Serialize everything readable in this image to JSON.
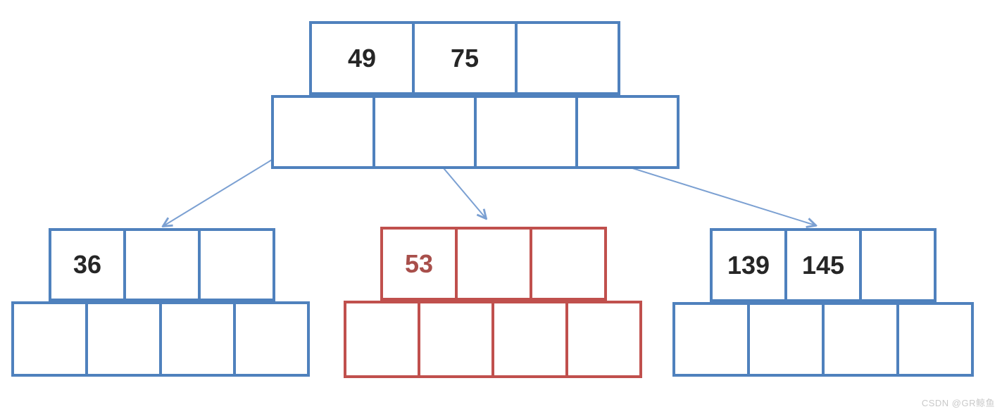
{
  "diagram": {
    "type": "b-tree",
    "colors": {
      "node_blue": "#4F81BD",
      "node_red": "#C0504D",
      "key_text": "#262626",
      "key_text_red": "#A84F4B",
      "arrow": "#7BA0D2"
    },
    "nodes": {
      "root": {
        "label": "root-node",
        "color": "blue",
        "keys": [
          "49",
          "75",
          ""
        ],
        "pointer_slots": 4
      },
      "left": {
        "label": "left-child",
        "color": "blue",
        "keys": [
          "36",
          "",
          ""
        ],
        "pointer_slots": 4
      },
      "middle": {
        "label": "middle-child",
        "color": "red",
        "keys": [
          "53",
          "",
          ""
        ],
        "pointer_slots": 4
      },
      "right": {
        "label": "right-child",
        "color": "blue",
        "keys": [
          "139",
          "145",
          ""
        ],
        "pointer_slots": 4
      }
    },
    "edges": [
      {
        "from": "root-pointer-1",
        "to": "left"
      },
      {
        "from": "root-pointer-2",
        "to": "middle"
      },
      {
        "from": "root-pointer-3",
        "to": "right"
      }
    ]
  },
  "watermark": {
    "text": "CSDN @GR鲸鱼",
    "color": "#C9C9C9"
  }
}
